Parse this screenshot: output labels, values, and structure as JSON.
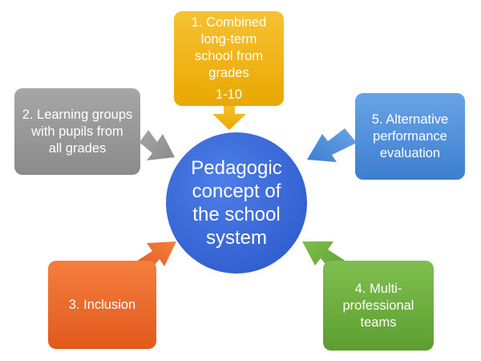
{
  "center": {
    "lines": [
      "Pedagogic",
      "concept of",
      "the school",
      "system"
    ],
    "color": "#3366d6"
  },
  "boxes": [
    {
      "id": "1",
      "lines": [
        "1. Combined",
        "long-term",
        "school from",
        "grades",
        "1-10"
      ],
      "color": "#f0b416"
    },
    {
      "id": "2",
      "lines": [
        "2. Learning groups",
        "with pupils from",
        "all grades"
      ],
      "color": "#999999"
    },
    {
      "id": "3",
      "lines": [
        "3. Inclusion"
      ],
      "color": "#ee6c2b"
    },
    {
      "id": "4",
      "lines": [
        "4. Multi-",
        "professional",
        "teams"
      ],
      "color": "#6aad3d"
    },
    {
      "id": "5",
      "lines": [
        "5. Alternative",
        "performance",
        "evaluation"
      ],
      "color": "#4f8fdc"
    }
  ]
}
